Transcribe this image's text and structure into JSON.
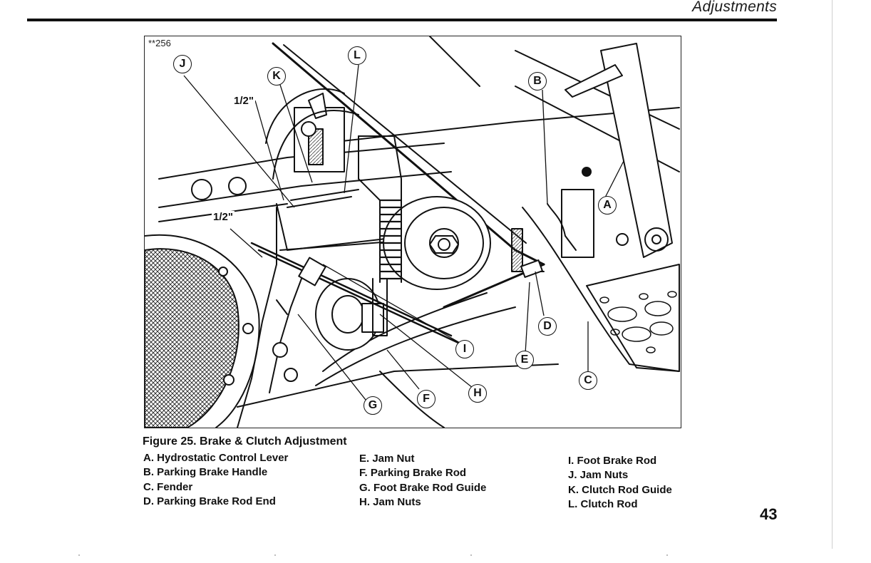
{
  "header": {
    "section_title": "Adjustments"
  },
  "figure": {
    "id_label": "**256",
    "dimensions": [
      "1/2\"",
      "1/2\""
    ],
    "callouts": [
      "A",
      "B",
      "C",
      "D",
      "E",
      "F",
      "G",
      "H",
      "I",
      "J",
      "K",
      "L"
    ],
    "caption": "Figure 25. Brake & Clutch Adjustment"
  },
  "legend": {
    "col1": [
      "A. Hydrostatic Control Lever",
      "B. Parking Brake Handle",
      "C. Fender",
      "D. Parking Brake Rod End"
    ],
    "col2": [
      "E. Jam Nut",
      "F. Parking Brake Rod",
      "G. Foot Brake Rod Guide",
      "H. Jam Nuts"
    ],
    "col3": [
      "I. Foot Brake Rod",
      "J. Jam Nuts",
      "K. Clutch Rod Guide",
      "L. Clutch Rod"
    ]
  },
  "page": {
    "number": "43"
  }
}
